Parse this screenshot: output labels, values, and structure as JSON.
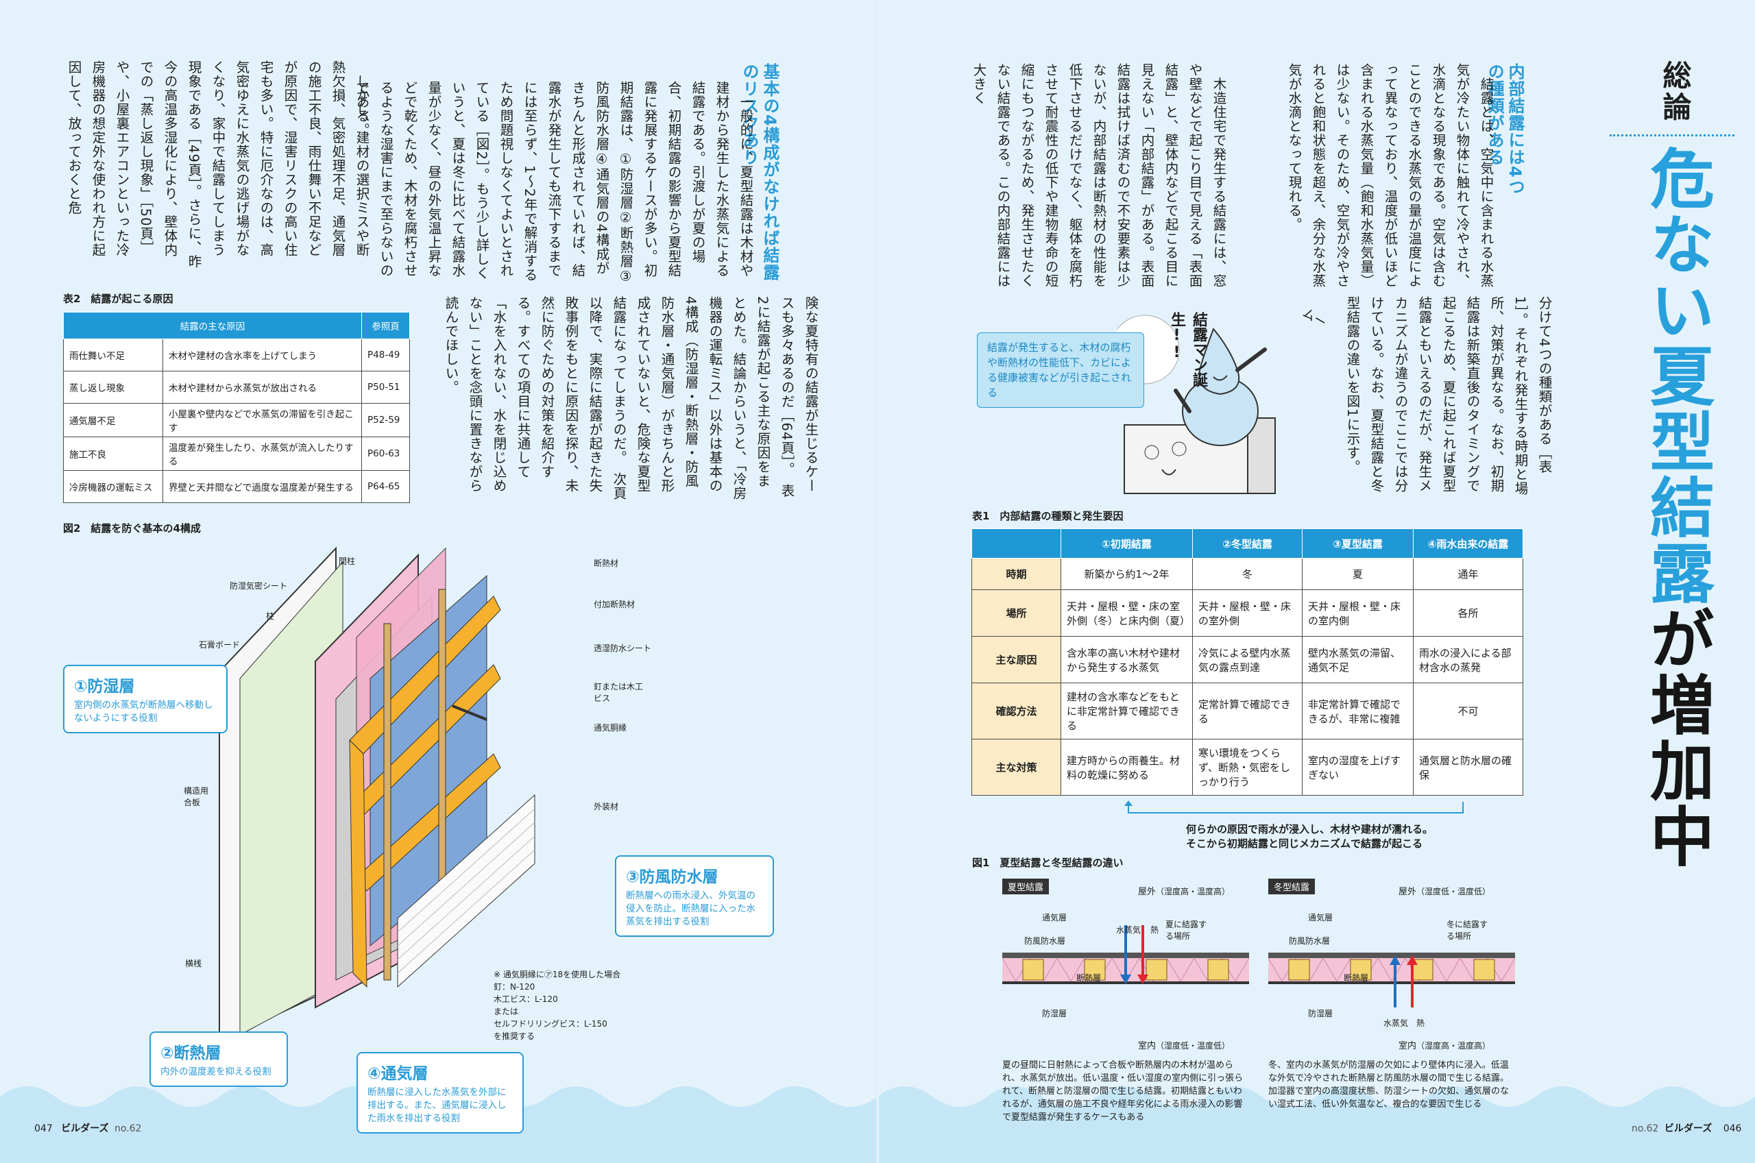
{
  "title": {
    "section": "総論",
    "main_blue": "危ない夏型結露",
    "main_black": "が増加中"
  },
  "right_page": {
    "heading": "内部結露には4つの種類がある",
    "col1": "　結露とは、空気中に含まれる水蒸気が冷たい物体に触れて冷やされ、水滴となる現象である。空気は含むことのできる水蒸気の量が温度によって異なっており、温度が低いほど含まれる水蒸気量（飽和水蒸気量）は少ない。そのため、空気が冷やされると飽和状態を超え、余分な水蒸気が水滴となって現れる。",
    "col2": "　木造住宅で発生する結露には、窓や壁などで起こり目で見える「表面結露」と、壁体内などで起こる目に見えない「内部結露」がある。表面結露は拭けば済むので不安要素は少ないが、内部結露は断熱材の性能を低下させるだけでなく、躯体を腐朽させて耐震性の低下や建物寿命の短縮にもつながるため、発生させたくない結露である。この内部結露には大きく",
    "col3": "分けて4つの種類がある［表1］。それぞれ発生する時期と場所、対策が異なる。なお、初期結露は新築直後のタイミングで起こるため、夏に起これば夏型結露ともいえるのだが、発生メカニズムが違うのでここでは分けている。なお、夏型結露と冬型結露の違いを図1に示す。",
    "illustration_text": "結露マン誕生!!",
    "illustration_bubble": "ムー",
    "note": "結露が発生すると、木材の腐朽や断熱材の性能低下、カビによる健康被害などが引き起こされる"
  },
  "table1": {
    "caption": "表1　内部結露の種類と発生要因",
    "headers": [
      "",
      "①初期結露",
      "②冬型結露",
      "③夏型結露",
      "④雨水由来の結露"
    ],
    "rows": [
      [
        "時期",
        "新築から約1〜2年",
        "冬",
        "夏",
        "通年"
      ],
      [
        "場所",
        "天井・屋根・壁・床の室外側（冬）と床内側（夏）",
        "天井・屋根・壁・床の室外側",
        "天井・屋根・壁・床の室内側",
        "各所"
      ],
      [
        "主な原因",
        "含水率の高い木材や建材から発生する水蒸気",
        "冷気による壁内水蒸気の露点到達",
        "壁内水蒸気の滞留、通気不足",
        "雨水の浸入による部材含水の蒸発"
      ],
      [
        "確認方法",
        "建材の含水率などをもとに非定常計算で確認できる",
        "定常計算で確認できる",
        "非定常計算で確認できるが、非常に複雑",
        "不可"
      ],
      [
        "主な対策",
        "建方時からの雨養生。材料の乾燥に努める",
        "寒い環境をつくらず、断熱・気密をしっかり行う",
        "室内の湿度を上げすぎない",
        "通気層と防水層の確保"
      ]
    ],
    "footnote_1": "何らかの原因で雨水が浸入し、木材や建材が濡れる。",
    "footnote_2": "そこから初期結露と同じメカニズムで結露が起こる"
  },
  "figure1": {
    "caption": "図1　夏型結露と冬型結露の違い",
    "summer": {
      "tag": "夏型結露",
      "outside": "屋外",
      "outside_cond": "（湿度高・温度高）",
      "inside": "室内",
      "inside_cond": "（湿度低・温度低）",
      "labels": [
        "通気層",
        "防風防水層",
        "断熱層",
        "防湿層",
        "水蒸気",
        "熱",
        "夏に結露する場所"
      ],
      "text": "夏の昼間に日射熱によって合板や断熱層内の木材が温められ、水蒸気が放出。低い温度・低い湿度の室内側に引っ張られて、断熱層と防湿層の間で生じる結露。初期結露ともいわれるが、通気層の施工不良や経年劣化による雨水浸入の影響で夏型結露が発生するケースもある"
    },
    "winter": {
      "tag": "冬型結露",
      "outside": "屋外",
      "outside_cond": "（湿度低・温度低）",
      "inside": "室内",
      "inside_cond": "（湿度高・温度高）",
      "labels": [
        "通気層",
        "防風防水層",
        "断熱層",
        "防湿層",
        "水蒸気",
        "熱",
        "冬に結露する場所"
      ],
      "text": "冬、室内の水蒸気が防湿層の欠如により壁体内に浸入。低温な外気で冷やされた断熱層と防風防水層の間で生じる結露。加湿器で室内の高湿度状態、防湿シートの欠如、通気層のない湿式工法、低い外気温など、複合的な要因で生じる"
    }
  },
  "left_page": {
    "heading": "基本の4構成がなければ結露のリスクあり",
    "col1": "　一般的に、夏型結露は木材や建材から発生した水蒸気による結露である。引渡しが夏の場合、初期結露の影響から夏型結露に発展するケースが多い。初期結露は、①防湿層②断熱層③防風防水層④通気層の4構成がきちんと形成されていれば、結露水が発生しても流下するまでには至らず、1〜2年で解消するため問題視しなくてよいとされている［図2］。もう少し詳しくいうと、夏は冬に比べて結露水量が少なく、昼の外気温上昇などで乾くため、木材を腐朽させるような湿害にまで至らないのである。",
    "col2": "　しかし、建材の選択ミスや断熱欠損、気密処理不足、通気層の施工不良、雨仕舞い不足などが原因で、湿害リスクの高い住宅も多い。特に厄介なのは、高気密ゆえに水蒸気の逃げ場がなくなり、家中で結露してしまう現象である［49頁］。さらに、昨今の高温多湿化により、壁体内での「蒸し返し現象」［50頁］や、小屋裏エアコンといった冷房機器の想定外な使われ方に起因して、放っておくと危",
    "col3": "険な夏特有の結露が生じるケースも多々あるのだ［64頁］。　表2に結露が起こる主な原因をまとめた。結論からいうと、「冷房機器の運転ミス」以外は基本の4構成（防湿層・断熱層・防風防水層・通気層）がきちんと形成されていないと、危険な夏型結露になってしまうのだ。　次頁以降で、実際に結露が起きた失敗事例をもとに原因を探り、未然に防ぐための対策を紹介する。すべての項目に共通して「水を入れない、水を閉じ込めない」ことを念頭に置きながら読んでほしい。"
  },
  "table2": {
    "caption": "表2　結露が起こる原因",
    "headers": [
      "結露の主な原因",
      "参照頁"
    ],
    "rows": [
      [
        "雨仕舞い不足",
        "木材や建材の含水率を上げてしまう",
        "P48-49"
      ],
      [
        "蒸し返し現象",
        "木材や建材から水蒸気が放出される",
        "P50-51"
      ],
      [
        "通気層不足",
        "小屋裏や壁内などで水蒸気の滞留を引き起こす",
        "P52-59"
      ],
      [
        "施工不良",
        "温度差が発生したり、水蒸気が流入したりする",
        "P60-63"
      ],
      [
        "冷房機器の運転ミス",
        "界壁と天井間などで過度な温度差が発生する",
        "P64-65"
      ]
    ]
  },
  "figure2": {
    "caption": "図2　結露を防ぐ基本の4構成",
    "labels": {
      "mabashira": "間柱",
      "boushitsu_sheet": "防湿気密シート",
      "hashira": "柱",
      "sekko": "石膏ボード",
      "kouzou": "構造用合板",
      "yokosan": "横桟",
      "dannetsuzai": "断熱材",
      "fuka": "付加断熱材",
      "tousshitsu": "透湿防水シート",
      "kugi": "釘または木工ビス",
      "tsuuki_douen": "通気胴縁",
      "gaisou": "外装材"
    },
    "note": "※ 通気胴縁に㋐18を使用した場合\n釘：N-120\n木工ビス：L-120\nまたは\nセルフドリリングビス：L-150\nを推奨する",
    "callouts": [
      {
        "title": "①防湿層",
        "body": "室内側の水蒸気が断熱層へ移動しないようにする役割"
      },
      {
        "title": "②断熱層",
        "body": "内外の温度差を抑える役割"
      },
      {
        "title": "③防風防水層",
        "body": "断熱層への雨水浸入、外気温の侵入を防止。断熱層に入った水蒸気を排出する役割"
      },
      {
        "title": "④通気層",
        "body": "断熱層に浸入した水蒸気を外部に排出する。また、通気層に浸入した雨水を排出する役割"
      }
    ]
  },
  "folio": {
    "left_num": "047",
    "left_mag": "ビルダーズ",
    "left_issue": "no.62",
    "right_num": "046",
    "right_mag": "ビルダーズ",
    "right_issue": "no.62"
  },
  "colors": {
    "accent": "#2a9bd6",
    "background": "#e4f3fb",
    "table_header": "#1f98d5",
    "row_header": "#fcebc6"
  }
}
